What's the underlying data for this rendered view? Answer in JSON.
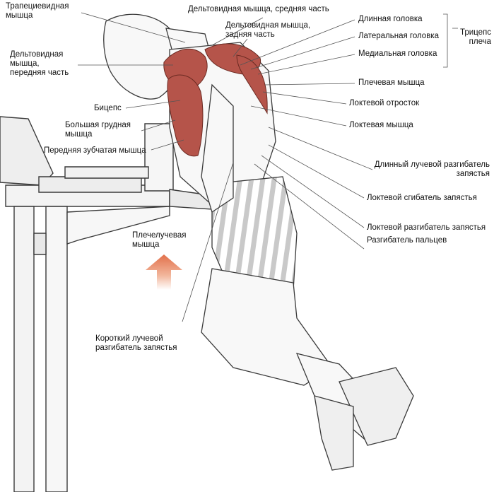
{
  "labels": {
    "trapezius": "Трапециевидная\nмышца",
    "deltoid_middle": "Дельтовидная мышца, средняя часть",
    "deltoid_posterior": "Дельтовидная мышца,\nзадняя часть",
    "deltoid_anterior": "Дельтовидная\nмышца,\nпередняя часть",
    "long_head": "Длинная головка",
    "lateral_head": "Латеральная головка",
    "medial_head": "Медиальная головка",
    "triceps": "Трицепс\nплеча",
    "brachialis": "Плечевая мышца",
    "olecranon": "Локтевой отросток",
    "anconeus": "Локтевая мышца",
    "biceps": "Бицепс",
    "pectoralis_major": "Большая грудная\nмышца",
    "serratus_anterior": "Передняя зубчатая мышца",
    "ext_carpi_radialis_longus": "Длинный лучевой разгибатель\nзапястья",
    "flexor_carpi_ulnaris": "Локтевой сгибатель запястья",
    "extensor_carpi_ulnaris": "Локтевой разгибатель запястья",
    "extensor_digitorum": "Разгибатель пальцев",
    "brachioradialis": "Плечелучевая\nмышца",
    "ext_carpi_radialis_brevis": "Короткий лучевой\nразгибатель запястья"
  },
  "colors": {
    "muscle_highlight": "#b5544a",
    "leader_line": "#555555",
    "arrow": "#e2704a",
    "outline": "#3a3a3a"
  }
}
